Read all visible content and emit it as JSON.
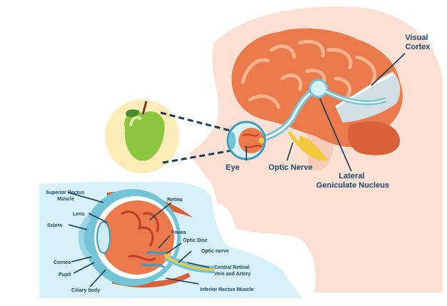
{
  "labels": {
    "visual_cortex": [
      "Visual",
      "Cortex"
    ],
    "eye": "Eye",
    "optic_nerve": "Optic Nerve",
    "lgn": [
      "Lateral",
      "Geniculate Nucleus"
    ],
    "superior_rectus": [
      "Superior Rectus",
      "Muscle"
    ],
    "lens": "Lens",
    "sclera": "Sclera",
    "cornea": "Cornea",
    "pupil": "Pupil",
    "ciliary_body": "Ciliary body",
    "retina": "Retina",
    "fovea": "Fovea",
    "optic_disc": "Optic Disc",
    "optic_nerve_small": "Optic nerve",
    "central_retinal": [
      "Central Retinal",
      "Vein and Artery"
    ],
    "inferior_rectus": "Inferior Rectus Muscle"
  },
  "colors": {
    "skin": "#fce0d4",
    "brain": "#ea7a4c",
    "brain_fold": "#f29a6c",
    "inset_bg": "#d8f1f8",
    "apple": "#8cc63f",
    "label": "#1b4a6b",
    "nerve": "#74c4d8"
  },
  "icons": [
    "apple-icon",
    "eye-icon",
    "brain-icon"
  ]
}
